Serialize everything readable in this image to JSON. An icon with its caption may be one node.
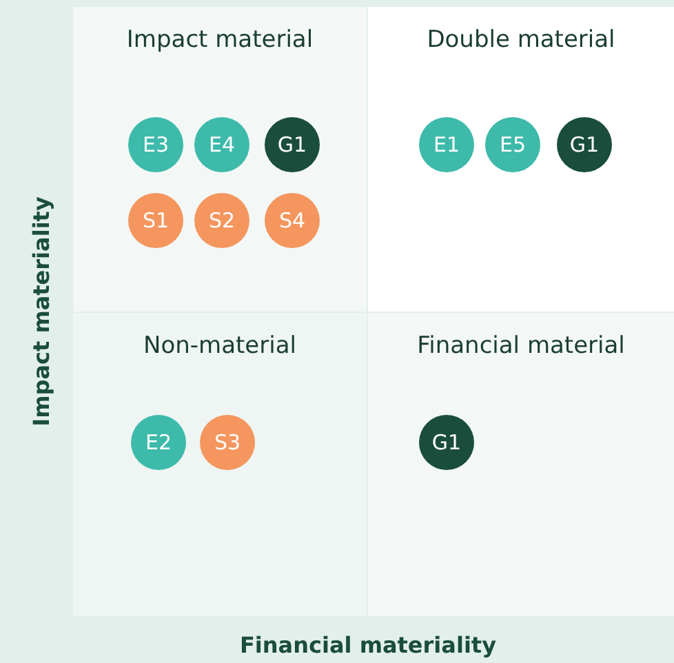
{
  "diagram": {
    "nodes": [
      {
        "text": [
          "Impact material"
        ]
      },
      {
        "text": [
          "E3"
        ],
        "in": 0
      },
      {
        "text": [
          "E4"
        ],
        "in": 0
      },
      {
        "text": [
          "G1"
        ],
        "in": 0
      },
      {
        "text": [
          "S1"
        ],
        "in": 0
      },
      {
        "text": [
          "S2"
        ],
        "in": 0
      },
      {
        "text": [
          "S4"
        ],
        "in": 0
      },
      {
        "text": [
          "Double material"
        ]
      },
      {
        "text": [
          "E1"
        ],
        "in": 7
      },
      {
        "text": [
          "E5"
        ],
        "in": 7
      },
      {
        "text": [
          "G1"
        ],
        "in": 7
      },
      {
        "text": [
          "Non-material"
        ]
      },
      {
        "text": [
          "E2"
        ],
        "in": 11
      },
      {
        "text": [
          "S3"
        ],
        "in": 11
      },
      {
        "text": [
          "Financial material"
        ]
      },
      {
        "text": [
          "G1"
        ],
        "in": 14
      }
    ],
    "edges": [],
    "labels": [
      "Impact materiality",
      "Financial materiality"
    ]
  }
}
